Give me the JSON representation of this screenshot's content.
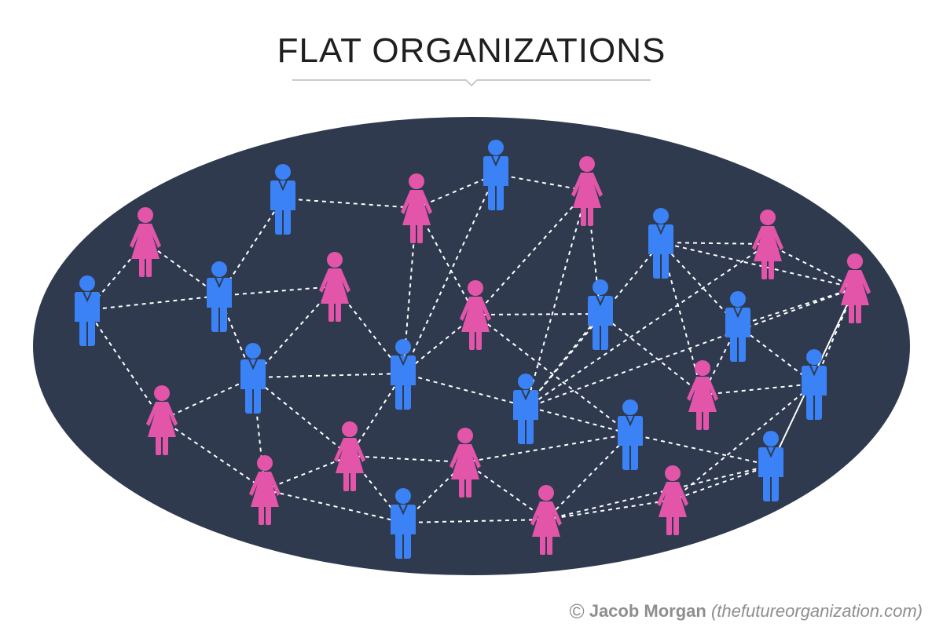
{
  "title": "FLAT ORGANIZATIONS",
  "credit": {
    "symbol": "©",
    "author": "Jacob Morgan",
    "site": "(thefutureorganization.com)"
  },
  "colors": {
    "background": "#ffffff",
    "ellipse": "#2f3a4f",
    "male": "#3b82f6",
    "female": "#e255a8",
    "link": "#ffffff",
    "title": "#1f1f1f",
    "credit": "#8e8e8e"
  },
  "network": {
    "people": [
      {
        "id": "p1",
        "gender": "male"
      },
      {
        "id": "p2",
        "gender": "male"
      },
      {
        "id": "p3",
        "gender": "male"
      },
      {
        "id": "p4",
        "gender": "male"
      },
      {
        "id": "p5",
        "gender": "male"
      },
      {
        "id": "p6",
        "gender": "male"
      },
      {
        "id": "p7",
        "gender": "male"
      },
      {
        "id": "p8",
        "gender": "male"
      },
      {
        "id": "p9",
        "gender": "male"
      },
      {
        "id": "p10",
        "gender": "male"
      },
      {
        "id": "p11",
        "gender": "male"
      },
      {
        "id": "p12",
        "gender": "male"
      },
      {
        "id": "p13",
        "gender": "male"
      },
      {
        "id": "p14",
        "gender": "male"
      },
      {
        "id": "p15",
        "gender": "female"
      },
      {
        "id": "p16",
        "gender": "female"
      },
      {
        "id": "p17",
        "gender": "female"
      },
      {
        "id": "p18",
        "gender": "female"
      },
      {
        "id": "p19",
        "gender": "female"
      },
      {
        "id": "p20",
        "gender": "female"
      },
      {
        "id": "p21",
        "gender": "female"
      },
      {
        "id": "p22",
        "gender": "female"
      },
      {
        "id": "p23",
        "gender": "female"
      },
      {
        "id": "p24",
        "gender": "female"
      },
      {
        "id": "p25",
        "gender": "female"
      },
      {
        "id": "p26",
        "gender": "female"
      },
      {
        "id": "p27",
        "gender": "female"
      },
      {
        "id": "p28",
        "gender": "female"
      },
      {
        "id": "p29",
        "gender": "female"
      }
    ],
    "links": [
      [
        "p1",
        "p15"
      ],
      [
        "p1",
        "p3"
      ],
      [
        "p1",
        "p20"
      ],
      [
        "p15",
        "p3"
      ],
      [
        "p2",
        "p3"
      ],
      [
        "p2",
        "p17"
      ],
      [
        "p3",
        "p16"
      ],
      [
        "p3",
        "p4"
      ],
      [
        "p16",
        "p4"
      ],
      [
        "p16",
        "p5"
      ],
      [
        "p4",
        "p20"
      ],
      [
        "p4",
        "p21"
      ],
      [
        "p4",
        "p5"
      ],
      [
        "p4",
        "p22"
      ],
      [
        "p20",
        "p21"
      ],
      [
        "p21",
        "p22"
      ],
      [
        "p21",
        "p11"
      ],
      [
        "p22",
        "p11"
      ],
      [
        "p22",
        "p23"
      ],
      [
        "p5",
        "p17"
      ],
      [
        "p5",
        "p18"
      ],
      [
        "p5",
        "p22"
      ],
      [
        "p5",
        "p6"
      ],
      [
        "p5",
        "p9"
      ],
      [
        "p17",
        "p6"
      ],
      [
        "p17",
        "p18"
      ],
      [
        "p6",
        "p19"
      ],
      [
        "p18",
        "p19"
      ],
      [
        "p18",
        "p7"
      ],
      [
        "p18",
        "p9"
      ],
      [
        "p19",
        "p7"
      ],
      [
        "p19",
        "p8"
      ],
      [
        "p7",
        "p8"
      ],
      [
        "p7",
        "p27"
      ],
      [
        "p8",
        "p25"
      ],
      [
        "p8",
        "p10"
      ],
      [
        "p8",
        "p26"
      ],
      [
        "p25",
        "p26"
      ],
      [
        "p25",
        "p10"
      ],
      [
        "p26",
        "p10"
      ],
      [
        "p26",
        "p12"
      ],
      [
        "p10",
        "p27"
      ],
      [
        "p10",
        "p13"
      ],
      [
        "p27",
        "p13"
      ],
      [
        "p27",
        "p14"
      ],
      [
        "p13",
        "p29"
      ],
      [
        "p13",
        "p14"
      ],
      [
        "p29",
        "p14"
      ],
      [
        "p9",
        "p23"
      ],
      [
        "p9",
        "p24"
      ],
      [
        "p9",
        "p12"
      ],
      [
        "p23",
        "p11"
      ],
      [
        "p23",
        "p24"
      ],
      [
        "p11",
        "p24"
      ],
      [
        "p24",
        "p12"
      ],
      [
        "p24",
        "p28"
      ],
      [
        "p12",
        "p28"
      ],
      [
        "p12",
        "p29"
      ],
      [
        "p28",
        "p14"
      ]
    ]
  }
}
